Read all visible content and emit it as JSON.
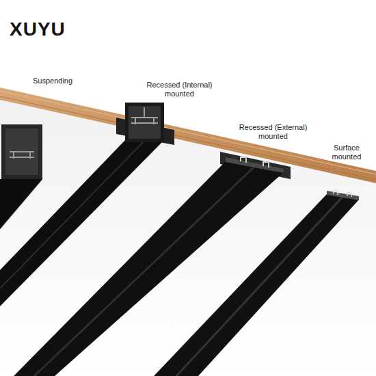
{
  "diagram": {
    "labels": [
      "XUYU",
      "Suspending",
      "Recessed (Internal) mounted",
      "Recessed (External) mounted",
      "Surface mounted"
    ]
  }
}
